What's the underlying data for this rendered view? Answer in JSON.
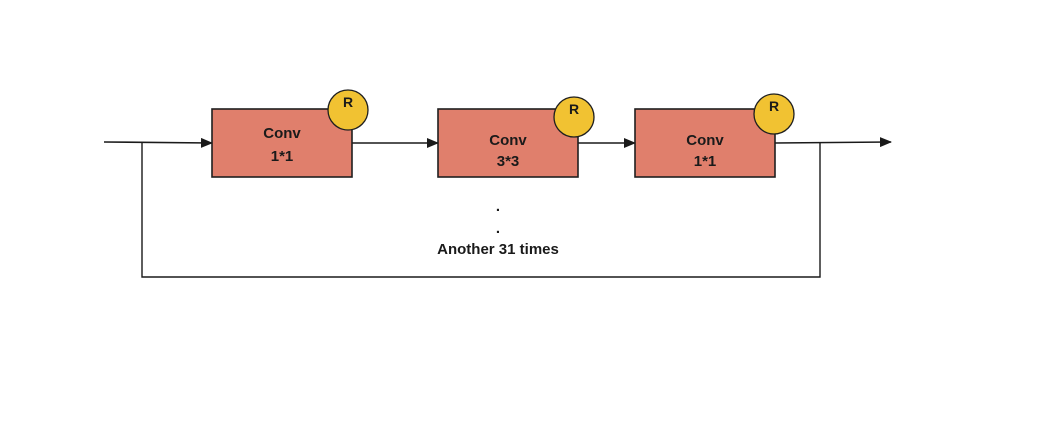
{
  "diagram": {
    "blocks": [
      {
        "line1": "Conv",
        "line2": "1*1",
        "badge": "R"
      },
      {
        "line1": "Conv",
        "line2": "3*3",
        "badge": "R"
      },
      {
        "line1": "Conv",
        "line2": "1*1",
        "badge": "R"
      }
    ],
    "ellipsis": [
      ".",
      "."
    ],
    "repeat_note": "Another 31 times",
    "colors": {
      "block_fill": "#e07f6c",
      "badge_fill": "#f1c232",
      "line": "#1a1a1a"
    }
  }
}
